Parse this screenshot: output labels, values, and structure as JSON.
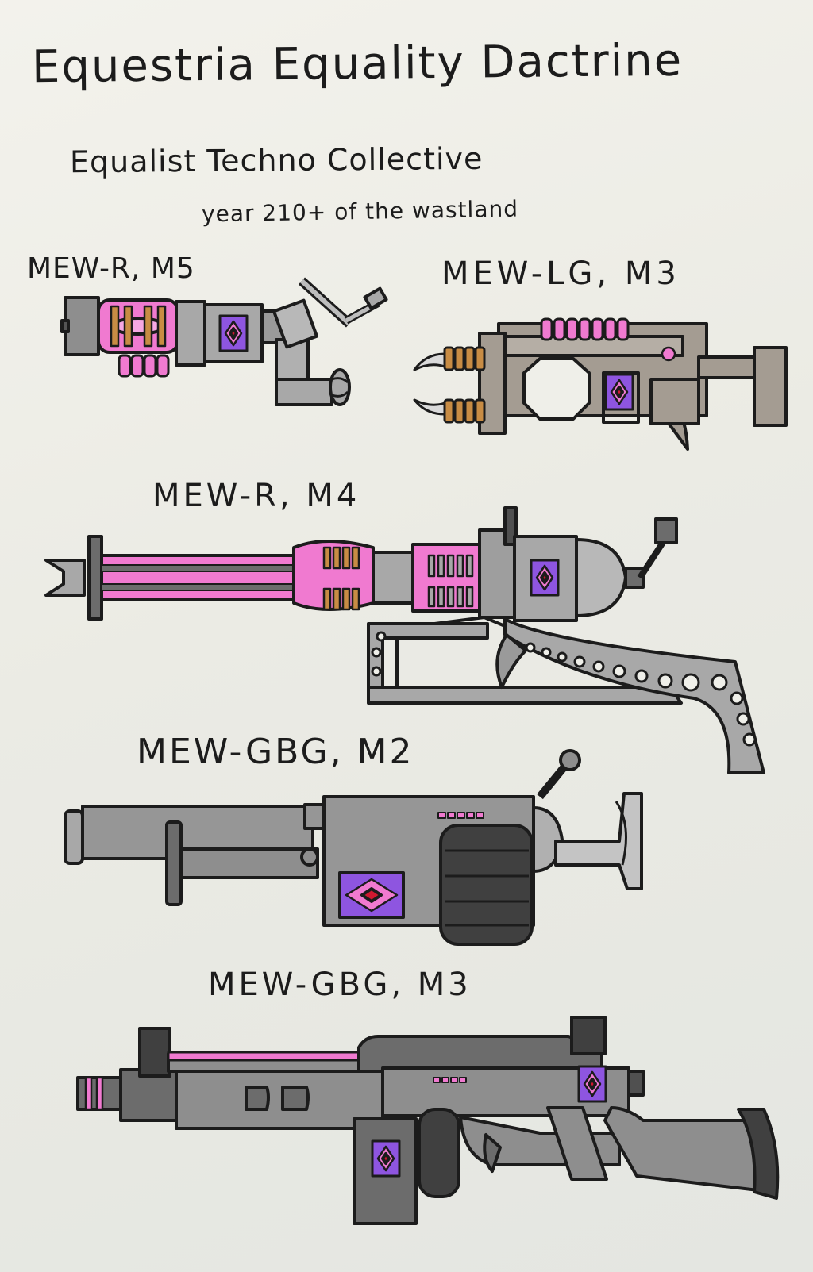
{
  "title": "Equestria Equality Dactrine",
  "subtitle": "Equalist Techno Collective",
  "year_note": "year 210+ of the wastland",
  "weapons": [
    {
      "label": "MEW-R, M5"
    },
    {
      "label": "MEW-LG, M3"
    },
    {
      "label": "MEW-R, M4"
    },
    {
      "label": "MEW-GBG, M2"
    },
    {
      "label": "MEW-GBG, M3"
    }
  ],
  "colors": {
    "ink": "#1c1c1c",
    "pink": "#f07ad0",
    "violet": "#8e55e0",
    "steel": "#a8a8a8",
    "dark_steel": "#6c6c6c",
    "copper": "#c88c44",
    "tan_steel": "#a49c92",
    "paper": "#efefe9"
  },
  "icons": [
    "diamond-emblem-icon"
  ]
}
